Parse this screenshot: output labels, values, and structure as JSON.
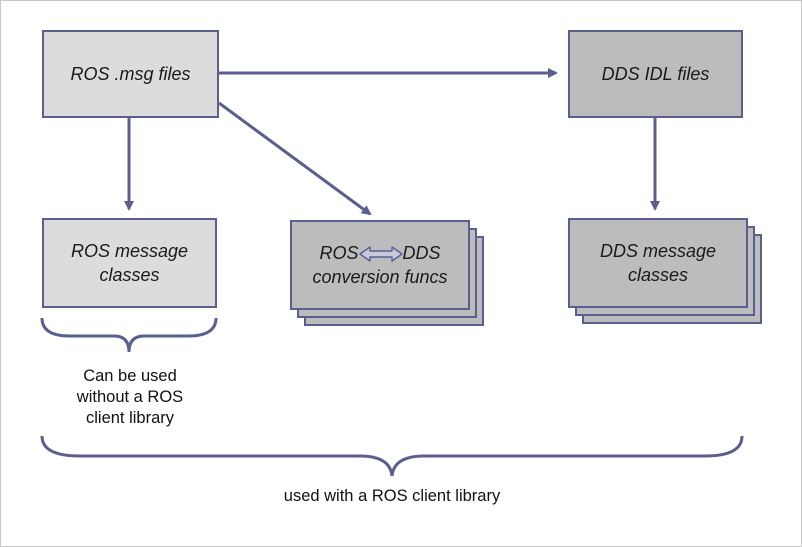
{
  "boxes": {
    "ros_msg": {
      "label": "ROS .msg files"
    },
    "dds_idl": {
      "label": "DDS IDL files"
    },
    "ros_classes": {
      "line1": "ROS message",
      "line2": "classes"
    },
    "conversion": {
      "left": "ROS",
      "right": "DDS",
      "line2": "conversion funcs"
    },
    "dds_classes": {
      "line1": "DDS message",
      "line2": "classes"
    }
  },
  "captions": {
    "without_lib": {
      "line1": "Can be used",
      "line2": "without a ROS",
      "line3": "client library"
    },
    "with_lib": "used with a ROS client library"
  },
  "icons": {
    "double_arrow": "left-right-double-arrow"
  },
  "colors": {
    "stroke": "#5a5f8f",
    "light_fill": "#dcdcdc",
    "dark_fill": "#bcbcbc"
  }
}
